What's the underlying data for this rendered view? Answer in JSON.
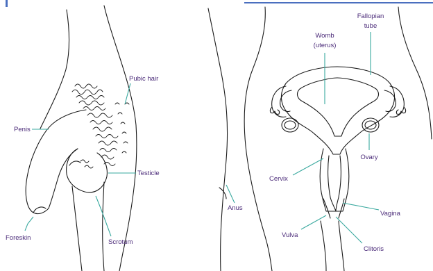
{
  "colors": {
    "label": "#4b2b79",
    "leader": "#3aa99f",
    "ink": "#1a1a1a",
    "frame": "#4a6fbf"
  },
  "male": {
    "labels": {
      "pubic_hair": "Pubic hair",
      "penis": "Penis",
      "testicle": "Testicle",
      "foreskin": "Foreskin",
      "scrotum": "Scrotum",
      "anus": "Anus"
    }
  },
  "female": {
    "labels": {
      "fallopian_tube_line1": "Fallopian",
      "fallopian_tube_line2": "tube",
      "womb_line1": "Womb",
      "womb_line2": "(uterus)",
      "ovary": "Ovary",
      "cervix": "Cervix",
      "vagina": "Vagina",
      "vulva": "Vulva",
      "clitoris": "Clitoris"
    }
  }
}
